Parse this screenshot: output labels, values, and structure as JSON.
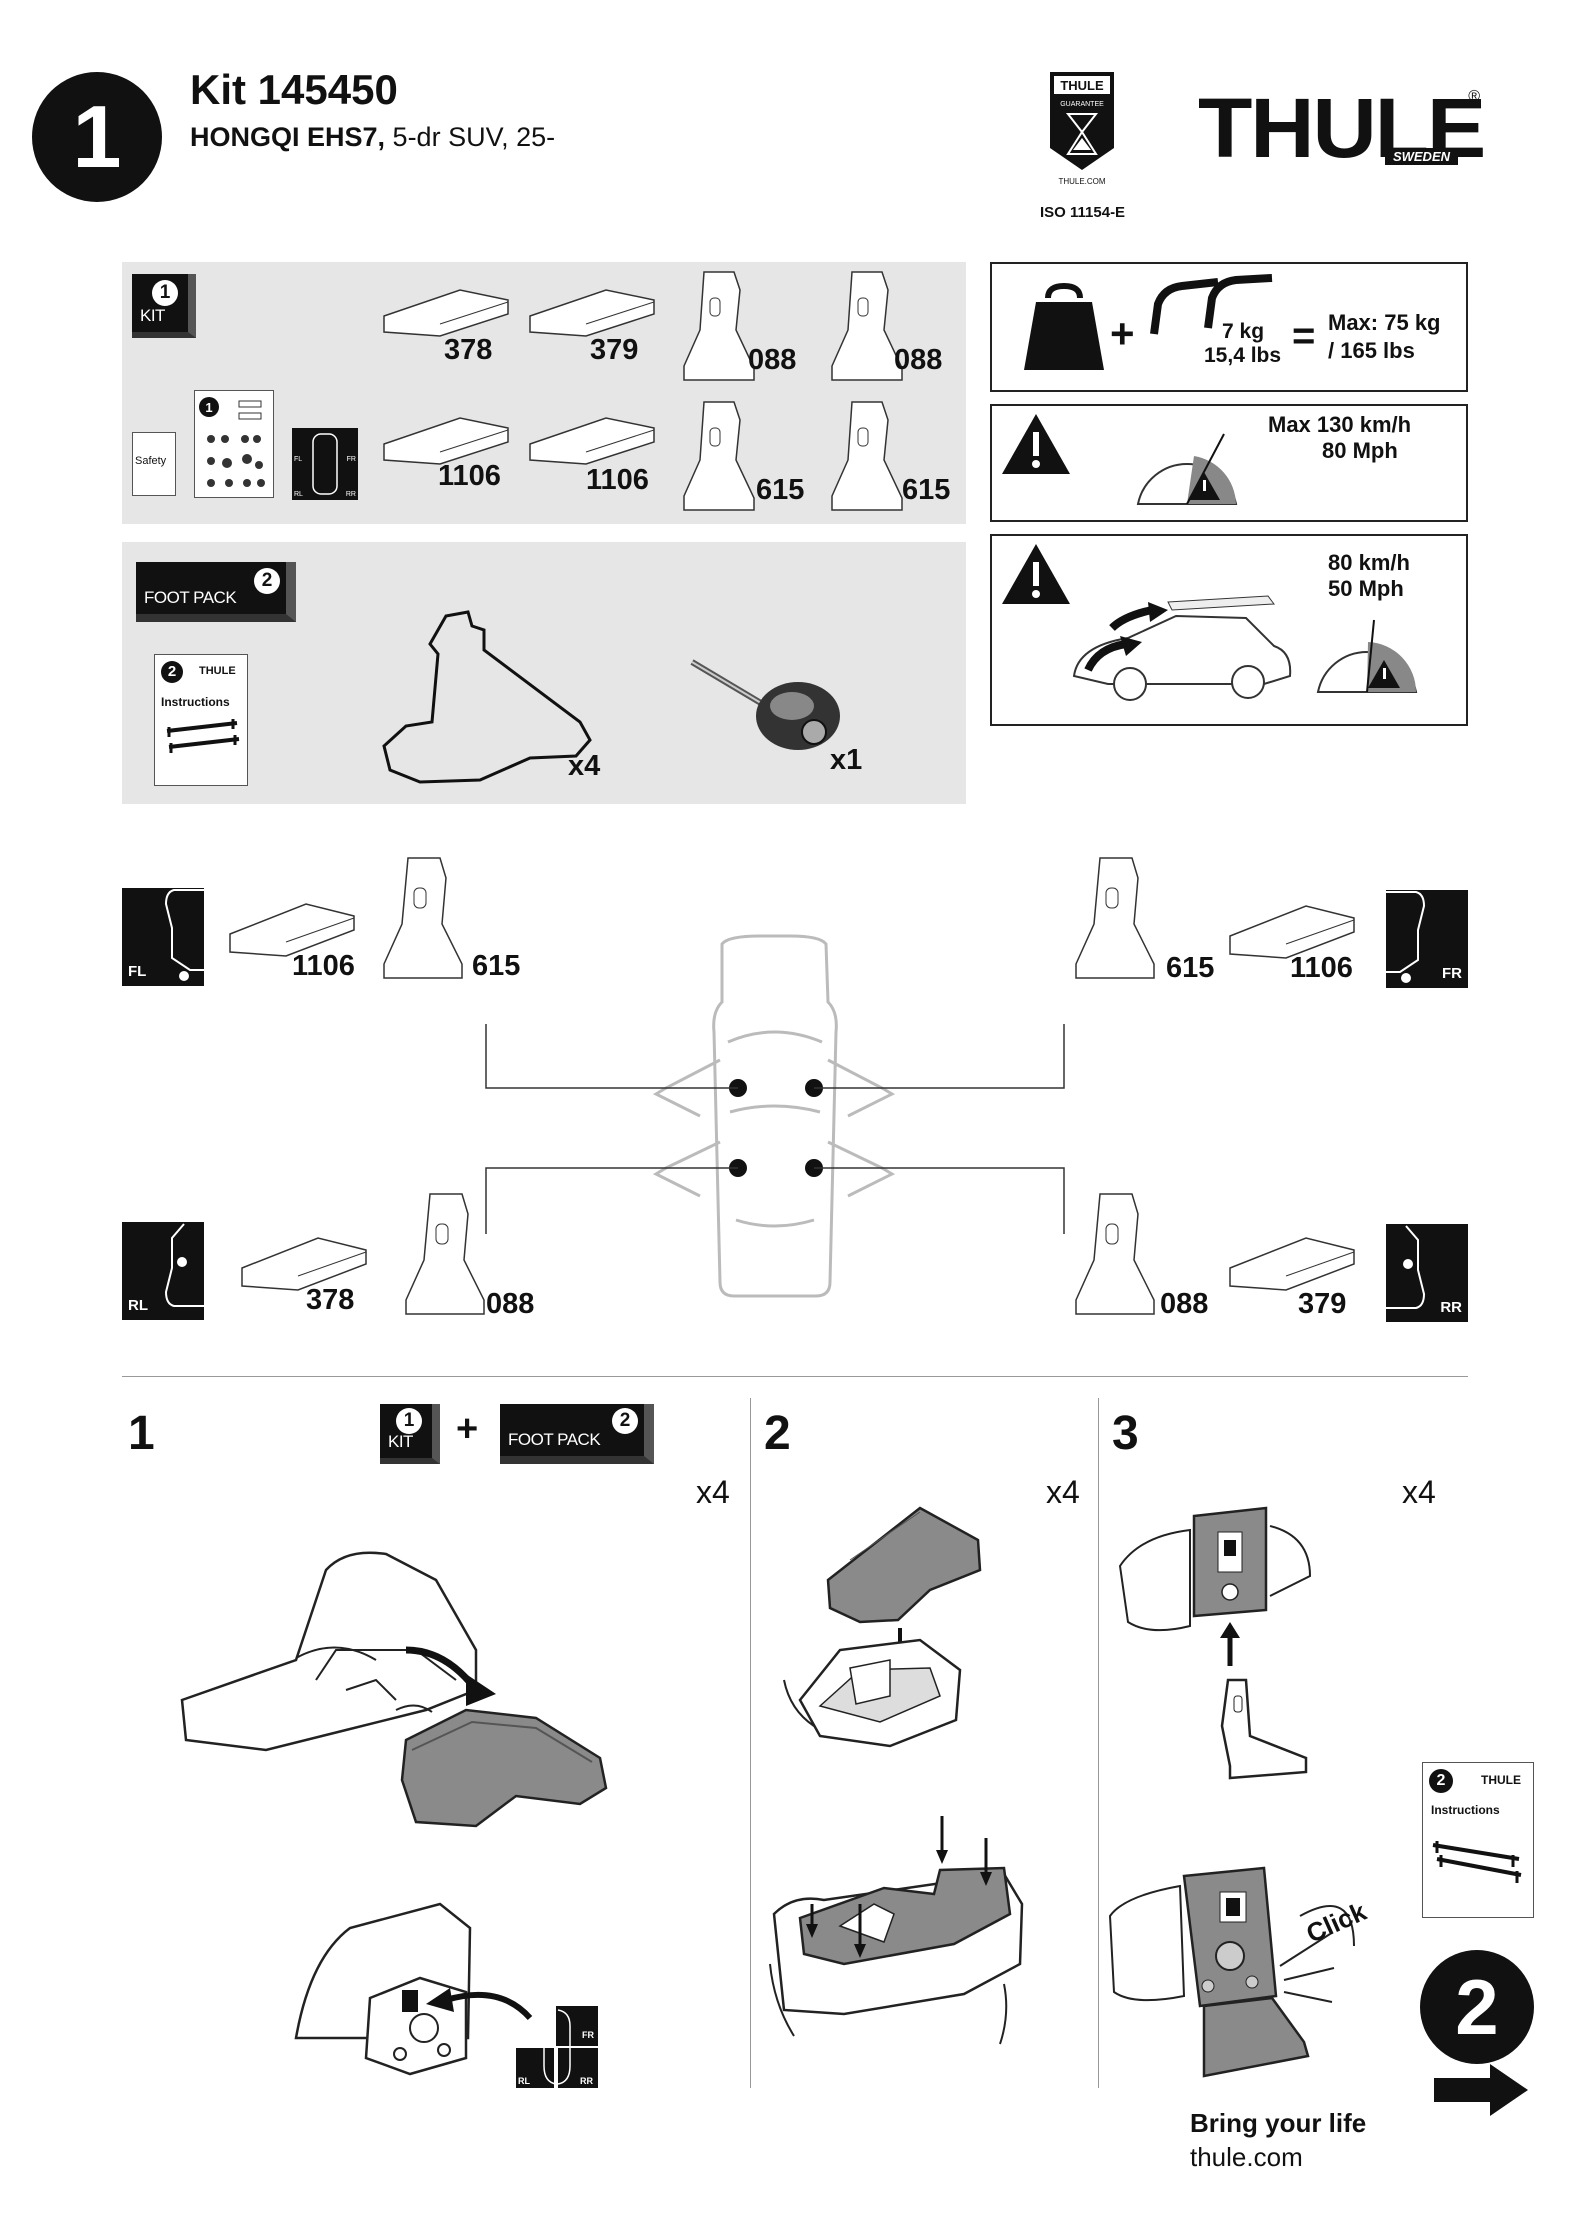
{
  "header": {
    "step_number": "1",
    "kit_title": "Kit 145450",
    "vehicle_bold": "HONGQI EHS7,",
    "vehicle_rest": " 5-dr SUV, 25-",
    "guarantee": {
      "brand": "THULE",
      "label": "GUARANTEE",
      "site": "THULE.COM",
      "iso": "ISO 11154-E"
    },
    "logo": {
      "text": "THULE",
      "sub": "SWEDEN",
      "reg": "®"
    }
  },
  "kit_panel": {
    "kit_box": {
      "number": "1",
      "label": "KIT"
    },
    "safety_label": "Safety",
    "mini_positions": [
      "FL",
      "FR",
      "RL",
      "RR"
    ],
    "parts": [
      "378",
      "379",
      "088",
      "088",
      "1106",
      "1106",
      "615",
      "615"
    ]
  },
  "foot_panel": {
    "box": {
      "number": "2",
      "label": "FOOT PACK"
    },
    "instructions": {
      "number": "2",
      "brand": "THULE",
      "label": "Instructions"
    },
    "foot_qty": "x4",
    "tool_qty": "x1"
  },
  "load_box": {
    "weight": "7 kg",
    "weight_lbs": "15,4 lbs",
    "equals": "=",
    "max": "Max: 75 kg",
    "max_lbs": "/ 165 lbs",
    "plus": "+"
  },
  "speed_box": {
    "line1": "Max 130 km/h",
    "line2": "80 Mph"
  },
  "gate_box": {
    "line1": "80 km/h",
    "line2": "50 Mph"
  },
  "positions": {
    "FL": {
      "label": "FL",
      "pad": "1106",
      "foot": "615"
    },
    "FR": {
      "label": "FR",
      "pad": "1106",
      "foot": "615"
    },
    "RL": {
      "label": "RL",
      "pad": "378",
      "foot": "088"
    },
    "RR": {
      "label": "RR",
      "pad": "379",
      "foot": "088"
    }
  },
  "steps": {
    "s1": {
      "number": "1",
      "qty": "x4",
      "plus": "+",
      "kit_num": "1",
      "kit_label": "KIT",
      "pack_num": "2",
      "pack_label": "FOOT PACK",
      "mini_positions": [
        "FR",
        "RL",
        "RR"
      ]
    },
    "s2": {
      "number": "2",
      "qty": "x4"
    },
    "s3": {
      "number": "3",
      "qty": "x4",
      "click": "Click"
    }
  },
  "next": {
    "instructions": {
      "number": "2",
      "brand": "THULE",
      "label": "Instructions"
    },
    "number": "2"
  },
  "footer": {
    "tagline": "Bring your life",
    "site": "thule.com"
  }
}
